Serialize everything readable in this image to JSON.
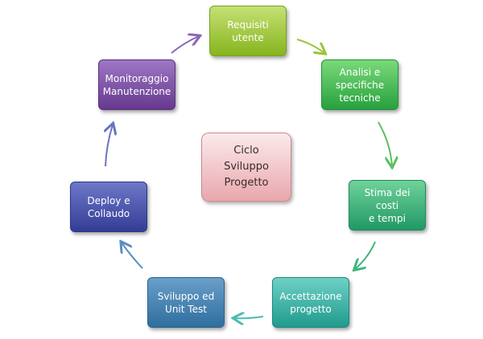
{
  "center": {
    "label": "Ciclo\nSviluppo\nProgetto"
  },
  "steps": [
    {
      "label": "Requisiti\nutente"
    },
    {
      "label": "Analisi e\nspecifiche\ntecniche"
    },
    {
      "label": "Stima dei costi\ne tempi"
    },
    {
      "label": "Accettazione\nprogetto"
    },
    {
      "label": "Sviluppo ed\nUnit Test"
    },
    {
      "label": "Deploy e\nCollaudo"
    },
    {
      "label": "Monitoraggio\nManutenzione"
    }
  ],
  "colors": {
    "arrow_1": "#9bc43a",
    "arrow_2": "#5cc05c",
    "arrow_3": "#3fb67c",
    "arrow_4": "#4cbcb0",
    "arrow_5": "#5a8fbd",
    "arrow_6": "#6a73c0",
    "arrow_7": "#8a66b8"
  }
}
